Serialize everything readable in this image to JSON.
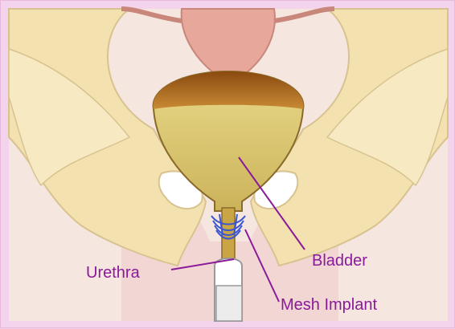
{
  "diagram": {
    "labels": {
      "bladder": "Bladder",
      "urethra": "Urethra",
      "mesh_implant": "Mesh Implant"
    }
  },
  "colors": {
    "label_text": "#8a1a9a",
    "page_border": "#f3d4ec",
    "bone": "#f3e2b0",
    "bladder": "#d9c26a",
    "mesh": "#3a56d0"
  }
}
